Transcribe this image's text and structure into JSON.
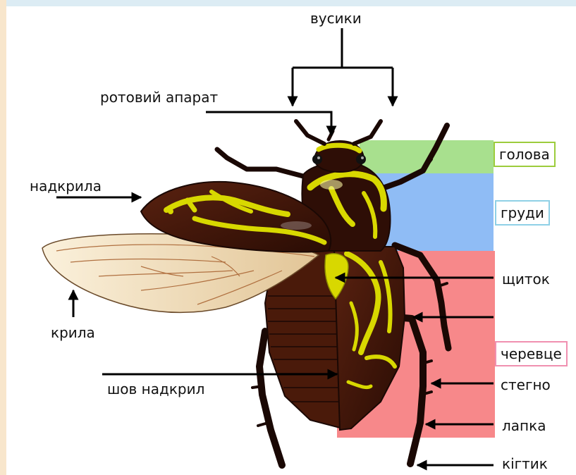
{
  "labels": {
    "antennae": "вусики",
    "mouthparts": "ротовий апарат",
    "elytra": "надкрила",
    "wings": "крила",
    "elytra_suture": "шов надкрил",
    "head": "голова",
    "thorax": "груди",
    "scutellum": "щиток",
    "abdomen": "черевце",
    "femur": "стегно",
    "tarsus": "лапка",
    "claw": "кігтик"
  },
  "colors": {
    "head_region": "#a8e08e",
    "thorax_region": "#8fbcf5",
    "abdomen_region": "#f7888a",
    "head_box_border": "#9ccc3c",
    "thorax_box_border": "#8fd0e6",
    "abdomen_box_border": "#f090b0",
    "beetle_body": "#3a1408",
    "beetle_pattern": "#d8d800",
    "wing_fill": "#f6e2bc",
    "frame_top": "#dcecf4",
    "frame_left": "#f8e6cc"
  }
}
